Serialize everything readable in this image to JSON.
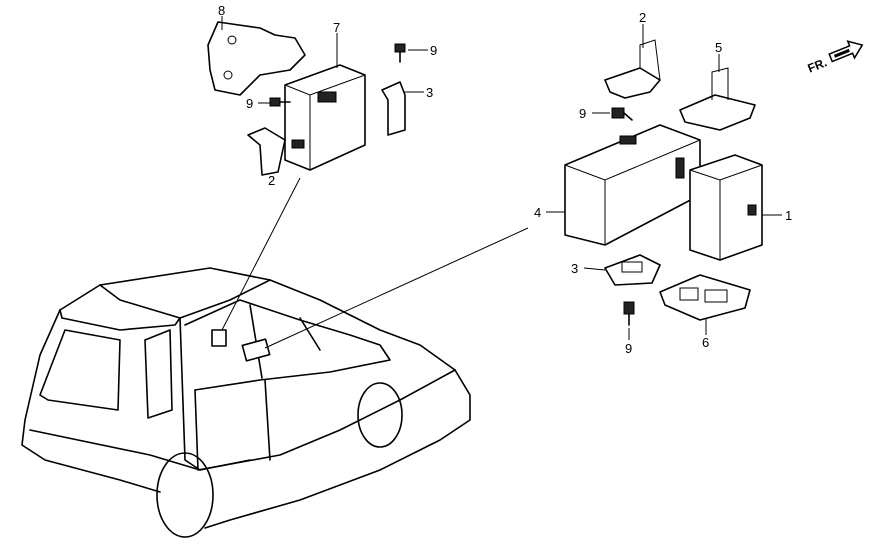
{
  "direction_indicator": {
    "label": "FR."
  },
  "callouts": {
    "left_bracket_8": "8",
    "left_unit_7": "7",
    "left_bolt_9_top": "9",
    "left_bracket_3": "3",
    "left_bolt_9": "9",
    "left_bracket_2": "2",
    "right_bracket_2": "2",
    "right_bracket_5": "5",
    "right_bolt_9_top": "9",
    "right_unit_4": "4",
    "right_unit_1": "1",
    "right_bracket_3": "3",
    "right_bolt_9_bottom": "9",
    "right_bracket_6": "6"
  }
}
